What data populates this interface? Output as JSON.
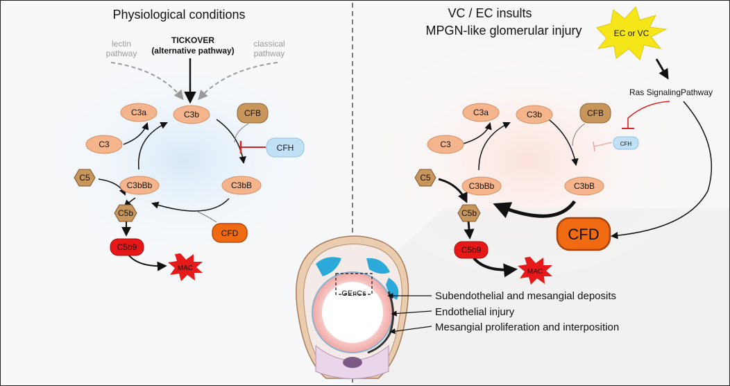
{
  "left": {
    "title": "Physiological conditions",
    "tickover_1": "TICKOVER",
    "tickover_2": "(alternative pathway)",
    "lectin_1": "lectin",
    "lectin_2": "pathway",
    "classical_1": "classical",
    "classical_2": "pathway",
    "c3a": "C3a",
    "c3b": "C3b",
    "cfb": "CFB",
    "cfh": "CFH",
    "c3": "C3",
    "c3bbb": "C3bBb",
    "c3bb": "C3bB",
    "c5": "C5",
    "c5b": "C5b",
    "c5b9": "C5b9",
    "cfd": "CFD",
    "mac": "MAC"
  },
  "right": {
    "title_1": "VC / EC insults",
    "title_2": "MPGN-like glomerular injury",
    "burst": "EC or VC",
    "ras": "Ras SignalingPathway",
    "c3a": "C3a",
    "c3b": "C3b",
    "cfb": "CFB",
    "cfh": "CFH",
    "c3": "C3",
    "c3bbb": "C3bBb",
    "c3bb": "C3bB",
    "c5": "C5",
    "c5b": "C5b",
    "c5b9": "C5b9",
    "cfd": "CFD",
    "mac": "MAC"
  },
  "glomerulus": {
    "gencs": "GEnCs",
    "label_1": "Subendothelial and mesangial deposits",
    "label_2": "Endothelial injury",
    "label_3": "Mesangial proliferation and interposition"
  },
  "colors": {
    "oval_fill": "#f4b48c",
    "oval_stroke": "#d38e63",
    "hex_fill": "#c8955b",
    "cfb_fill": "#c8955b",
    "cfh_fill": "#bfe0f5",
    "cfd_fill": "#f06a12",
    "c5b9_fill": "#e81818",
    "mac_fill": "#e61a1a",
    "burst_fill": "#f5e619",
    "inhibit": "#e01f1f"
  }
}
